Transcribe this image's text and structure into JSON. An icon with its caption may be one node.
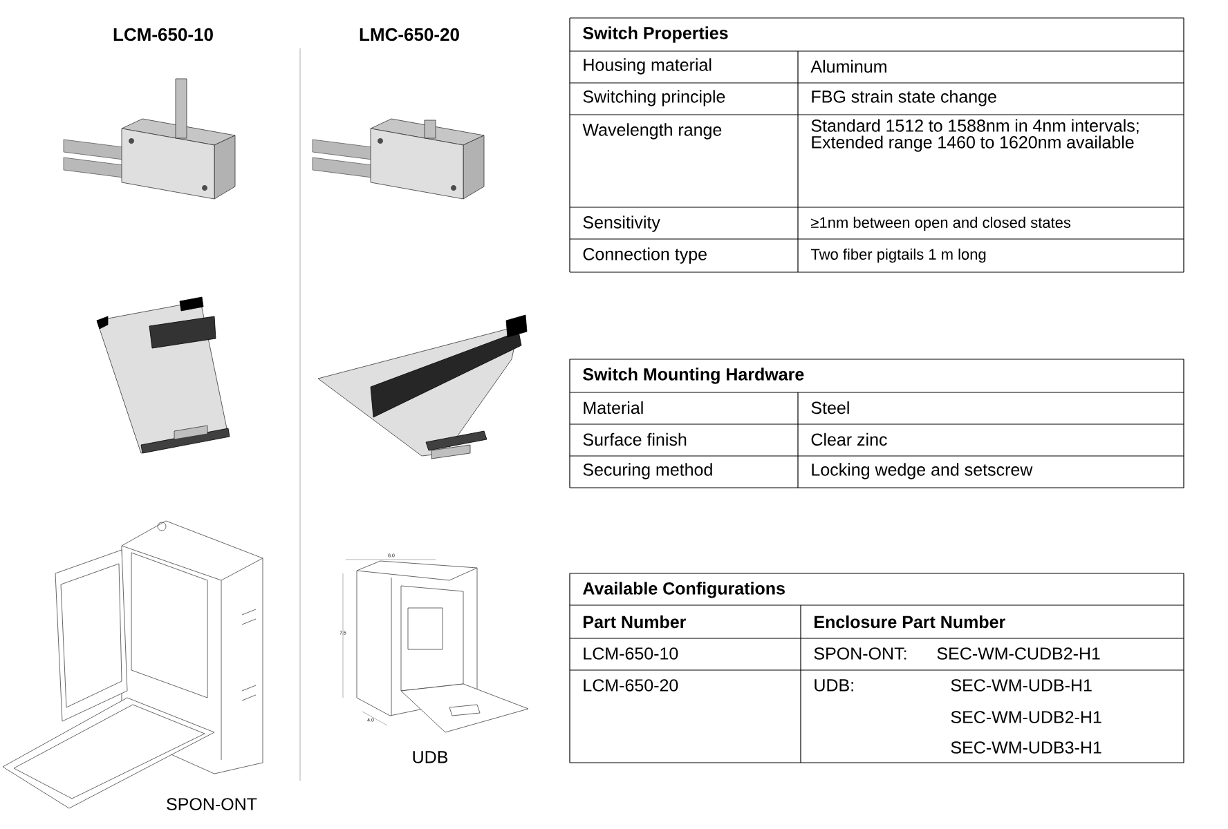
{
  "diagram": {
    "labels": [
      "LCM-650-10",
      "LMC-650-20",
      "Switch Properties",
      "Housing material",
      "Aluminum",
      "Switching principle",
      "FBG strain state change",
      "Wavelength range",
      "Standard 1512 to 1588nm in 4nm intervals; Extended range 1460 to 1620nm available",
      "Sensitivity",
      "≥1nm between open and closed states",
      "Connection type",
      "Two fiber pigtails 1 m long",
      "Switch Mounting Hardware",
      "Material",
      "Steel",
      "Surface finish",
      "Clear zinc",
      "Securing method",
      "Locking wedge and setscrew",
      "Available Configurations",
      "Part Number",
      "Enclosure Part Number",
      "LCM-650-10",
      "SPON-ONT:",
      "SEC-WM-CUDB2-H1",
      "LCM-650-20",
      "UDB:",
      "SEC-WM-UDB-H1",
      "SEC-WM-UDB2-H1",
      "SEC-WM-UDB3-H1",
      "6.0",
      "7.5",
      "4.0",
      "UDB",
      "SPON-ONT"
    ]
  }
}
